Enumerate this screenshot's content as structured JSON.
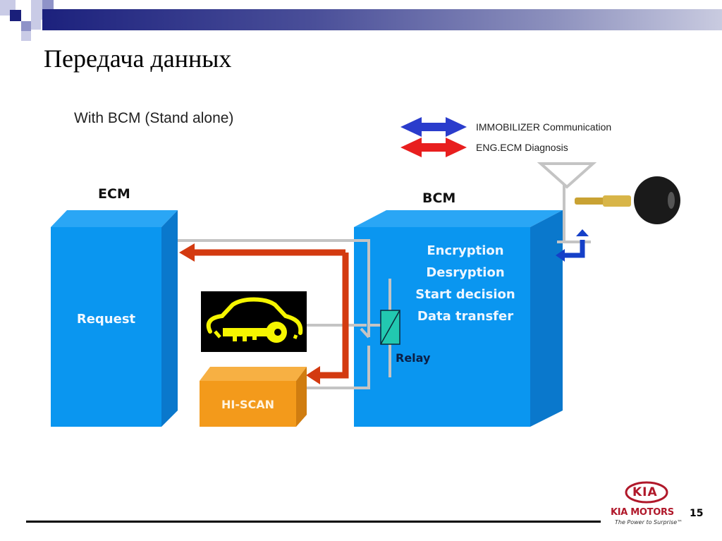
{
  "slide": {
    "title": "Передача данных",
    "subtitle": "With BCM (Stand alone)",
    "page_number": "15"
  },
  "legend": {
    "items": [
      {
        "label": "IMMOBILIZER Communication",
        "color": "#2a3ccc"
      },
      {
        "label": "ENG.ECM Diagnosis",
        "color": "#e81e1e"
      }
    ]
  },
  "ecm": {
    "label": "ECM",
    "content": "Request",
    "color": "#0a96f0"
  },
  "bcm": {
    "label": "BCM",
    "functions": [
      "Encryption",
      "Desryption",
      "Start decision",
      "Data transfer"
    ],
    "relay_label": "Relay",
    "color": "#0a96f0"
  },
  "hi_scan": {
    "label": "HI-SCAN",
    "color": "#f39a1b"
  },
  "warning_lamp": {
    "icon": "immobilizer-warning-icon",
    "color": "#f5f500"
  },
  "brand": {
    "logo_text": "KIA",
    "name": "KIA MOTORS",
    "tagline": "The Power to Surprise™",
    "color": "#b0182a"
  },
  "colors": {
    "diagnosis_arrow": "#d33a10",
    "wire": "#c4c4c4",
    "relay": "#22c8b0"
  }
}
